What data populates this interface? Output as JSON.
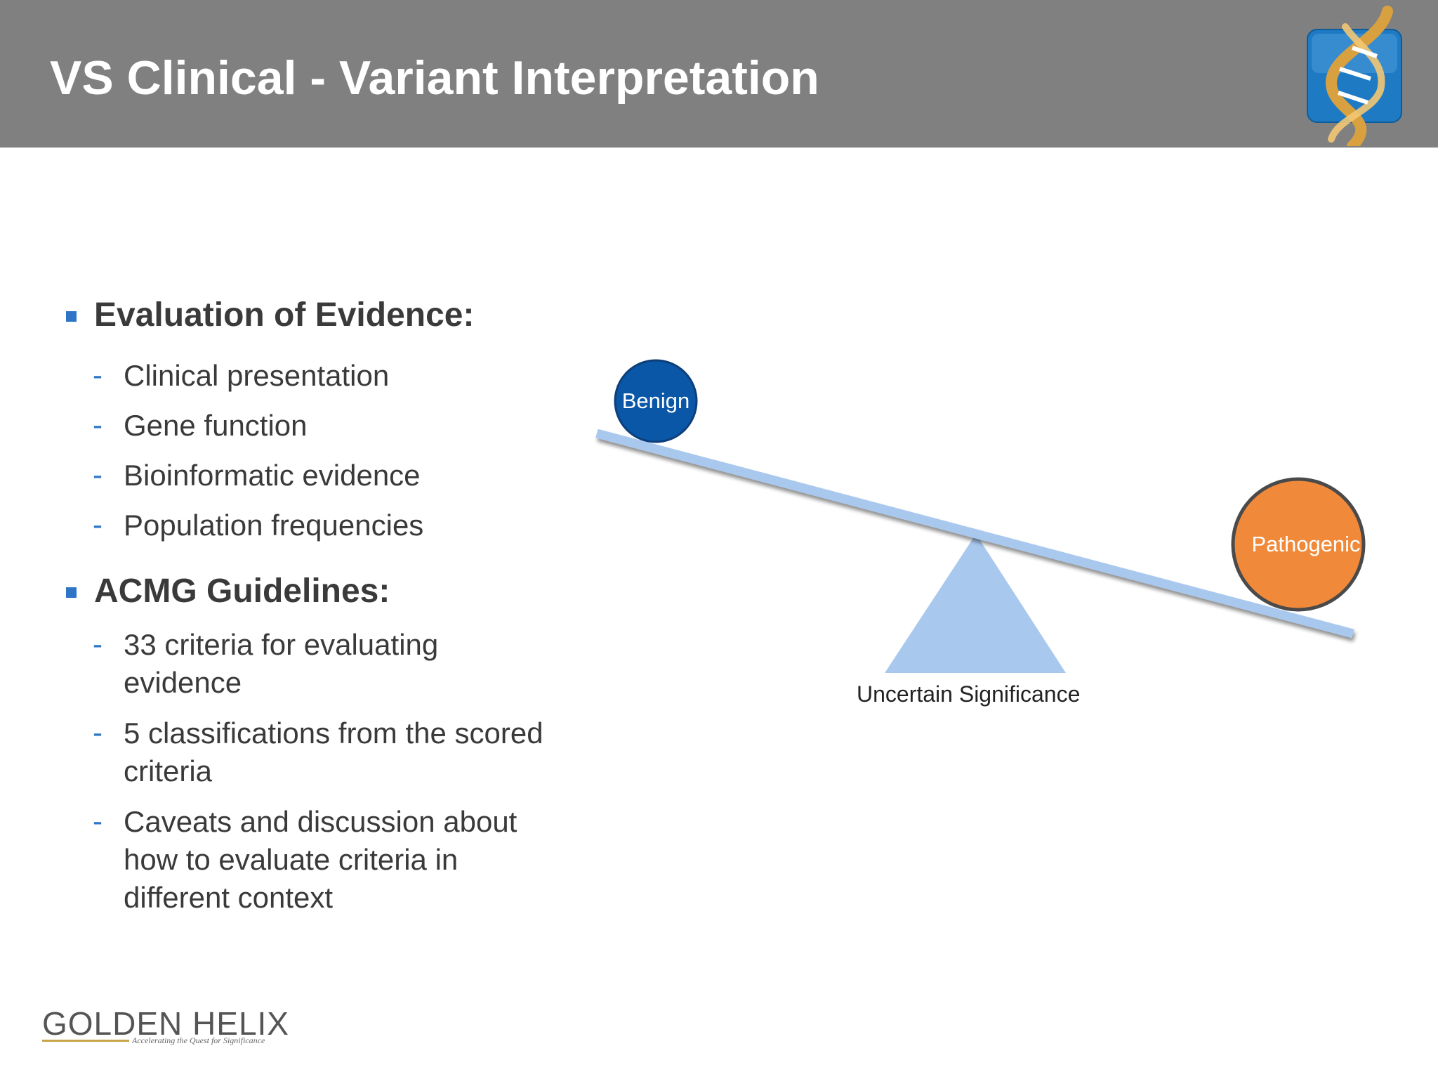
{
  "header": {
    "title": "VS Clinical - Variant Interpretation",
    "icon": "dna-helix-icon"
  },
  "sections": [
    {
      "heading": "Evaluation of Evidence:",
      "items": [
        "Clinical presentation",
        "Gene function",
        "Bioinformatic evidence",
        "Population frequencies"
      ]
    },
    {
      "heading": "ACMG Guidelines:",
      "items": [
        "33 criteria for evaluating evidence",
        "5 classifications from the scored criteria",
        "Caveats and discussion about how to evaluate criteria in different context"
      ]
    }
  ],
  "diagram": {
    "left_label": "Benign",
    "right_label": "Pathogenic",
    "fulcrum_label": "Uncertain Significance",
    "colors": {
      "benign": "#0a57a8",
      "pathogenic": "#f08a3a",
      "beam": "#a9c8ee",
      "fulcrum": "#a9c8ee"
    }
  },
  "brand": {
    "name": "GOLDEN HELIX",
    "tagline": "Accelerating the Quest for Significance"
  },
  "colors": {
    "header_bg": "#808080",
    "bullet": "#2e75c8"
  }
}
